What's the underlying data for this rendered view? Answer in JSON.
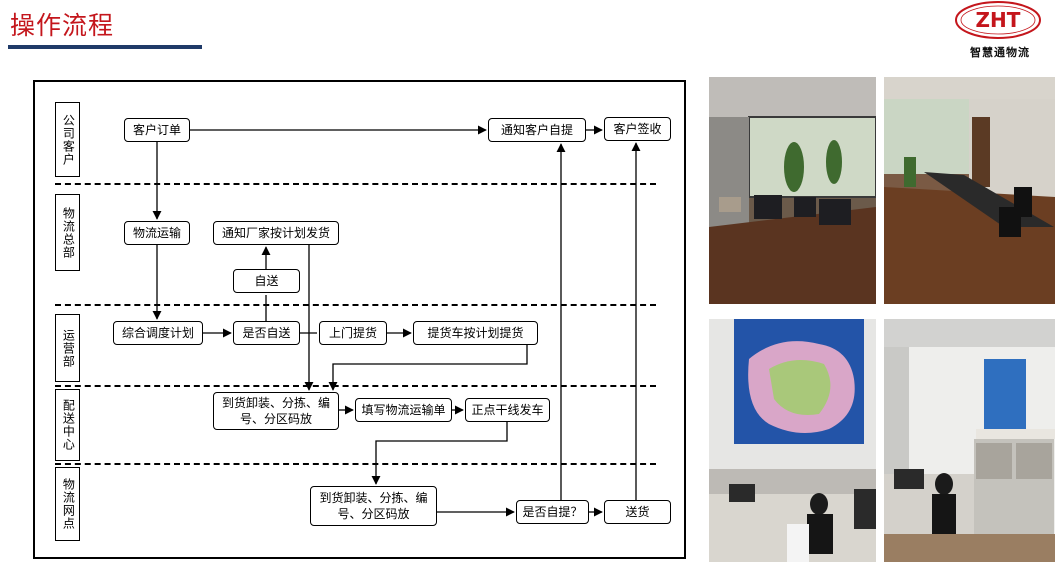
{
  "page": {
    "title": "操作流程",
    "logo": {
      "mark": "ZHT",
      "name": "智慧通物流"
    }
  },
  "lanes": [
    {
      "id": "company-customer",
      "label": "公司客户"
    },
    {
      "id": "logistics-hq",
      "label": "物流总部"
    },
    {
      "id": "operations",
      "label": "运营部"
    },
    {
      "id": "distribution-center",
      "label": "配送中心"
    },
    {
      "id": "logistics-outlet",
      "label": "物流网点"
    }
  ],
  "nodes": {
    "customer_order": "客户订单",
    "notify_pickup": "通知客户自提",
    "customer_sign": "客户签收",
    "logistics_transport": "物流运输",
    "notify_factory": "通知厂家按计划发货",
    "self_delivery": "自送",
    "dispatch_plan": "综合调度计划",
    "is_self_delivery": "是否自送",
    "door_pickup": "上门提货",
    "truck_pickup": "提货车按计划提货",
    "dc_unload_1": "到货卸装、分拣、编",
    "dc_unload_2": "号、分区码放",
    "fill_waybill": "填写物流运输单",
    "trunk_departure": "正点干线发车",
    "outlet_unload_1": "到货卸装、分拣、编",
    "outlet_unload_2": "号、分区码放",
    "is_self_pickup": "是否自提？",
    "delivery": "送货"
  },
  "colors": {
    "title": "#c4161c",
    "title_rule": "#1f3a68",
    "logo": "#c4161c"
  },
  "photos": [
    {
      "name": "lobby-photo",
      "subject": "office lobby with sofas and plants"
    },
    {
      "name": "meeting-room-photo",
      "subject": "meeting room with long table and chairs"
    },
    {
      "name": "map-office-photo",
      "subject": "office with China map and staff at desks"
    },
    {
      "name": "cabinet-office-photo",
      "subject": "office with notice board and file cabinets"
    }
  ]
}
